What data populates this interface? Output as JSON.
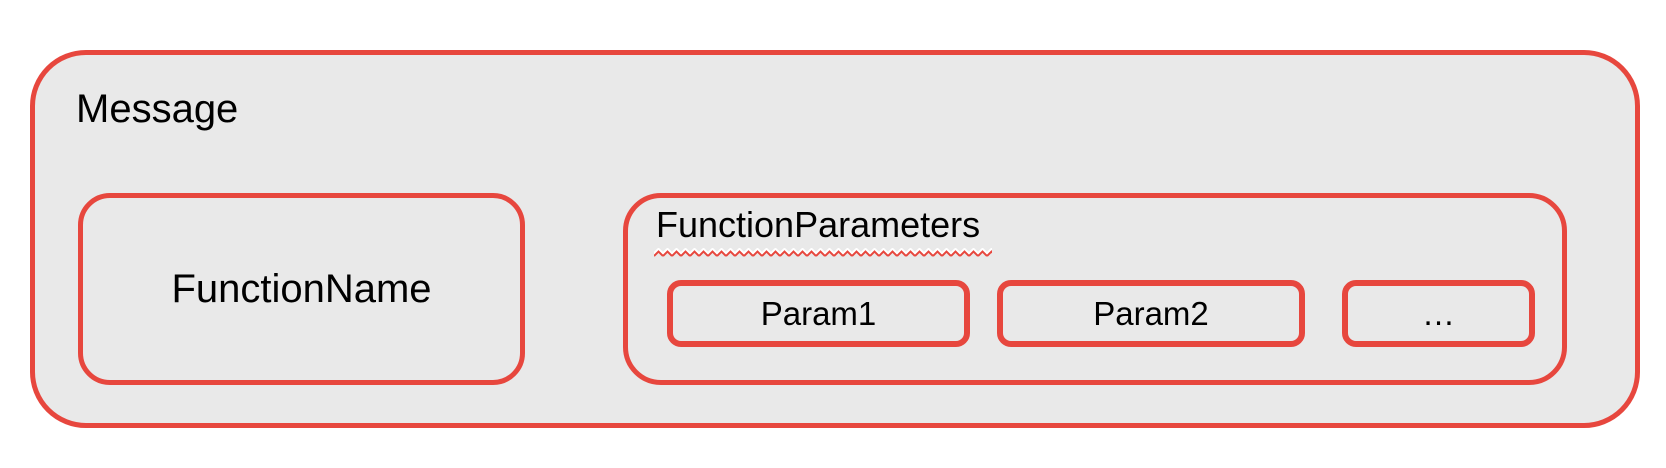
{
  "colors": {
    "accent_red": "#e7473e",
    "box_fill": "#e9e9e9",
    "page_bg": "#ffffff",
    "text": "#000000",
    "squiggle_knockout": "#ffffff"
  },
  "diagram": {
    "message": {
      "label": "Message"
    },
    "function_name": {
      "label": "FunctionName"
    },
    "function_parameters": {
      "label": "FunctionParameters",
      "underline_style": "red-zigzag-spellcheck",
      "params": [
        {
          "label": "Param1"
        },
        {
          "label": "Param2"
        },
        {
          "label": "…"
        }
      ]
    }
  }
}
